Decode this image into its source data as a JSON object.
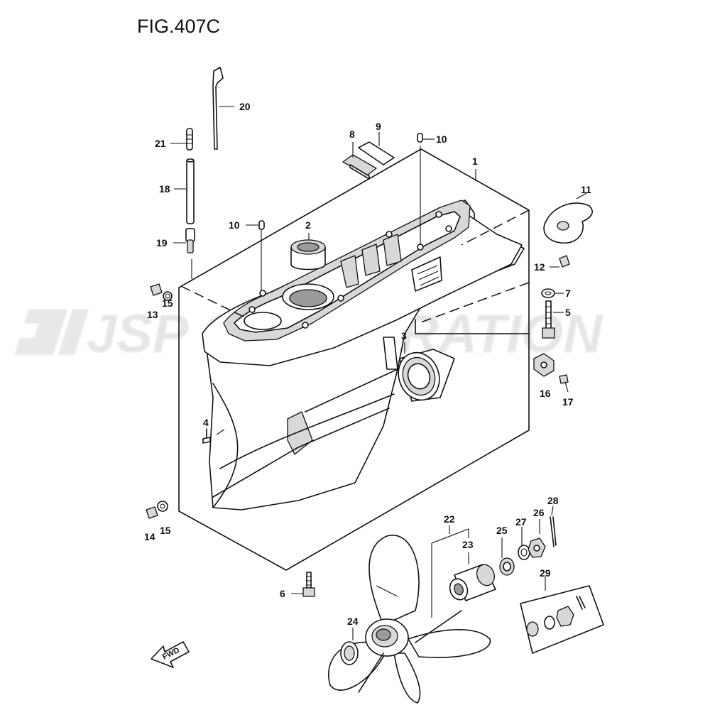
{
  "figure": {
    "title": "FIG.407C"
  },
  "watermark": {
    "text": "JSP CORPORATION"
  },
  "fwd_arrow": {
    "label": "FWD"
  },
  "callouts": [
    {
      "id": "p1",
      "label": "1"
    },
    {
      "id": "p2",
      "label": "2"
    },
    {
      "id": "p3",
      "label": "3"
    },
    {
      "id": "p4",
      "label": "4"
    },
    {
      "id": "p5",
      "label": "5"
    },
    {
      "id": "p6",
      "label": "6"
    },
    {
      "id": "p7",
      "label": "7"
    },
    {
      "id": "p8",
      "label": "8"
    },
    {
      "id": "p9",
      "label": "9"
    },
    {
      "id": "p10a",
      "label": "10"
    },
    {
      "id": "p10b",
      "label": "10"
    },
    {
      "id": "p11",
      "label": "11"
    },
    {
      "id": "p12",
      "label": "12"
    },
    {
      "id": "p13",
      "label": "13"
    },
    {
      "id": "p14",
      "label": "14"
    },
    {
      "id": "p15a",
      "label": "15"
    },
    {
      "id": "p15b",
      "label": "15"
    },
    {
      "id": "p16",
      "label": "16"
    },
    {
      "id": "p17",
      "label": "17"
    },
    {
      "id": "p18",
      "label": "18"
    },
    {
      "id": "p19",
      "label": "19"
    },
    {
      "id": "p20",
      "label": "20"
    },
    {
      "id": "p21",
      "label": "21"
    },
    {
      "id": "p22",
      "label": "22"
    },
    {
      "id": "p23",
      "label": "23"
    },
    {
      "id": "p24",
      "label": "24"
    },
    {
      "id": "p25",
      "label": "25"
    },
    {
      "id": "p26",
      "label": "26"
    },
    {
      "id": "p27",
      "label": "27"
    },
    {
      "id": "p28",
      "label": "28"
    },
    {
      "id": "p29",
      "label": "29"
    }
  ]
}
